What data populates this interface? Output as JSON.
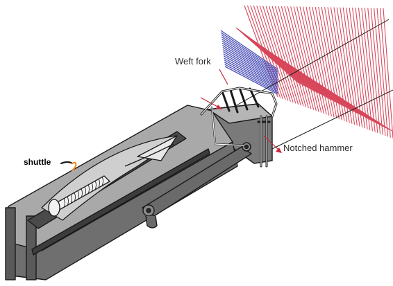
{
  "diagram": {
    "labels": {
      "weft_fork": "Weft fork",
      "notched_hammer": "Notched hammer",
      "shuttle": "shuttle"
    },
    "colors": {
      "warp_red": "#d8485c",
      "weft_blue": "#4f53b8",
      "arrow_red": "#c8283c",
      "shuttle_marker": "#f08a1e",
      "box_top": "#a9a9a9",
      "box_side": "#6f6f6f",
      "box_dark": "#4a4a4a",
      "outline": "#1a1a1a"
    }
  }
}
